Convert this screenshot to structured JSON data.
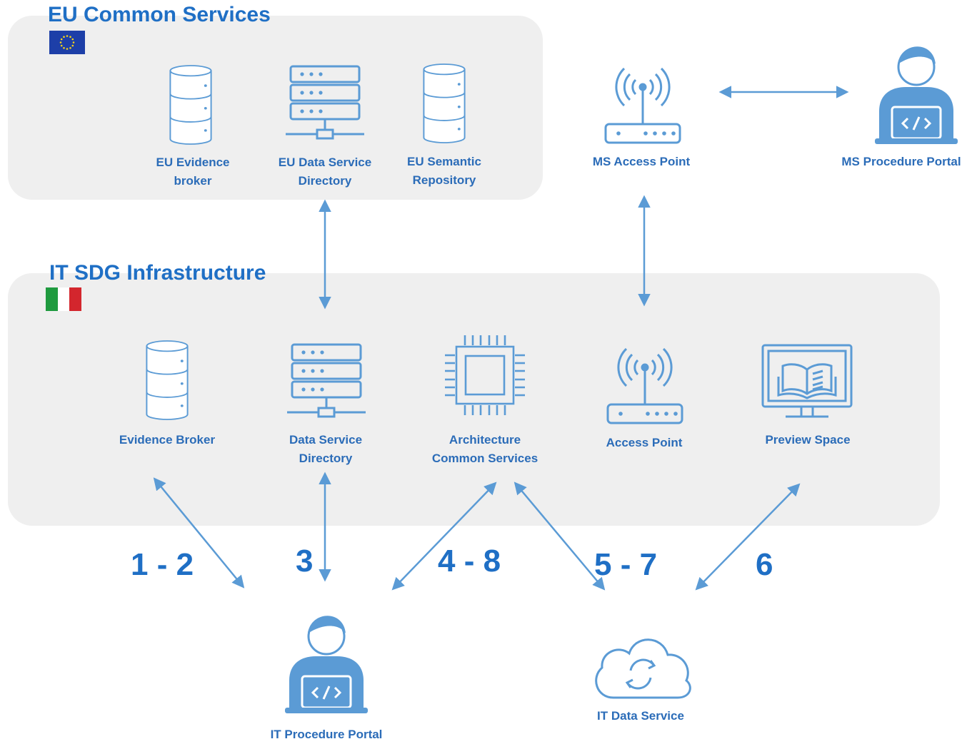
{
  "groups": {
    "eu": {
      "title": "EU Common Services",
      "flag": "eu-flag"
    },
    "it": {
      "title": "IT SDG Infrastructure",
      "flag": "italy-flag"
    }
  },
  "nodes": {
    "eu_evidence_broker": {
      "label_lines": [
        "EU Evidence",
        "broker"
      ],
      "icon": "database-icon"
    },
    "eu_data_service_directory": {
      "label_lines": [
        "EU Data Service",
        "Directory"
      ],
      "icon": "server-icon"
    },
    "eu_semantic_repository": {
      "label_lines": [
        "EU Semantic",
        "Repository"
      ],
      "icon": "database-icon"
    },
    "ms_access_point": {
      "label_lines": [
        "MS Access Point"
      ],
      "icon": "router-icon"
    },
    "ms_procedure_portal": {
      "label_lines": [
        "MS Procedure Portal"
      ],
      "icon": "developer-icon"
    },
    "evidence_broker": {
      "label_lines": [
        "Evidence Broker"
      ],
      "icon": "database-icon"
    },
    "data_service_directory": {
      "label_lines": [
        "Data Service",
        "Directory"
      ],
      "icon": "server-icon"
    },
    "architecture_common_services": {
      "label_lines": [
        "Architecture",
        "Common Services"
      ],
      "icon": "cpu-chip-icon"
    },
    "access_point": {
      "label_lines": [
        "Access Point"
      ],
      "icon": "router-icon"
    },
    "preview_space": {
      "label_lines": [
        "Preview Space"
      ],
      "icon": "monitor-book-icon"
    },
    "it_procedure_portal": {
      "label_lines": [
        "IT Procedure Portal"
      ],
      "icon": "developer-icon"
    },
    "it_data_service": {
      "label_lines": [
        "IT Data Service"
      ],
      "icon": "cloud-sync-icon"
    }
  },
  "steps": [
    "1 - 2",
    "3",
    "4 - 8",
    "5 - 7",
    "6"
  ],
  "colors": {
    "accent": "#1f6fc5",
    "icon": "#5b9bd5",
    "label": "#2b6cb8",
    "panel": "#efefef",
    "arrow": "#5b9bd5"
  }
}
